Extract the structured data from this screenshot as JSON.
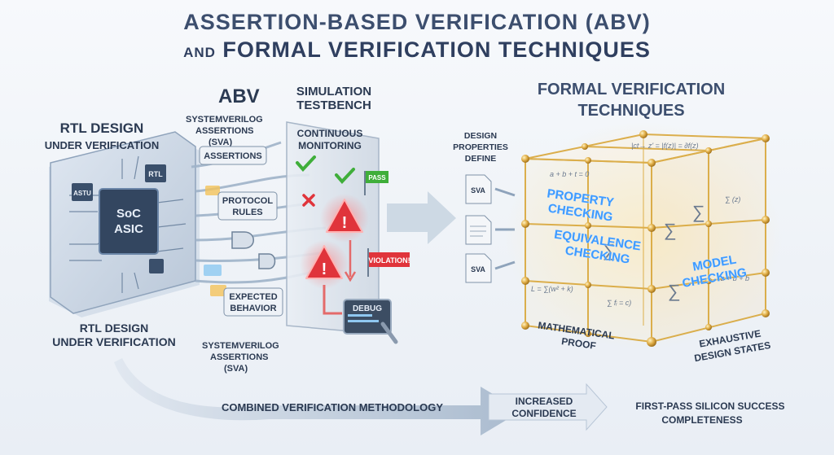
{
  "title": {
    "line1": "ASSERTION-BASED VERIFICATION (ABV)",
    "line2_prefix": "AND",
    "line2_main": "FORMAL VERIFICATION TECHNIQUES"
  },
  "rtl": {
    "heading_line1": "RTL DESIGN",
    "heading_line2": "UNDER VERIFICATION",
    "chip_main_line1": "SoC",
    "chip_main_line2": "ASIC",
    "chip_small_left": "ASTU",
    "chip_small_right": "RTL",
    "footer_line1": "RTL DESIGN",
    "footer_line2": "UNDER VERIFICATION"
  },
  "abv": {
    "heading": "ABV",
    "sva_line1": "SYSTEMVERILOG",
    "sva_line2": "ASSERTIONS",
    "sva_line3": "(SVA)",
    "tag_assertions": "ASSERTIONS",
    "tag_protocol_line1": "PROTOCOL",
    "tag_protocol_line2": "RULES",
    "tag_expected_line1": "EXPECTED",
    "tag_expected_line2": "BEHAVIOR",
    "footer_line1": "SYSTEMVERILOG",
    "footer_line2": "ASSERTIONS",
    "footer_line3": "(SVA)"
  },
  "simulation": {
    "heading_line1": "SIMULATION",
    "heading_line2": "TESTBENCH",
    "monitor_line1": "CONTINUOUS",
    "monitor_line2": "MONITORING",
    "pass_flag": "PASS",
    "violation_flag": "VIOLATION!",
    "debug_label": "DEBUG"
  },
  "properties": {
    "label_line1": "DESIGN",
    "label_line2": "PROPERTIES",
    "label_line3": "DEFINE",
    "doc1": "SVA",
    "doc3": "SVA"
  },
  "formal": {
    "heading_line1": "FORMAL VERIFICATION",
    "heading_line2": "TECHNIQUES",
    "property_line1": "PROPERTY",
    "property_line2": "CHECKING",
    "equivalence_line1": "EQUIVALENCE",
    "equivalence_line2": "CHECKING",
    "model_line1": "MODEL",
    "model_line2": "CHECKING",
    "math_line1": "MATHEMATICAL",
    "math_line2": "PROOF",
    "exhaustive_line1": "EXHAUSTIVE",
    "exhaustive_line2": "DESIGN STATES",
    "formula1": "|ct→  z' = |f(z)| = ∂f(z)",
    "formula2": "a + b + t = 0",
    "formula3": "∑ (z)",
    "formula4": "z + b + b",
    "formula5": "L = ∑(w² + k)",
    "formula6": "∑ fᵢ = c)"
  },
  "bottom": {
    "methodology": "COMBINED VERIFICATION METHODOLOGY",
    "confidence_line1": "INCREASED",
    "confidence_line2": "CONFIDENCE",
    "success_line1": "FIRST-PASS SILICON SUCCESS",
    "success_line2": "COMPLETENESS"
  },
  "colors": {
    "pass_green": "#3fae3a",
    "fail_red": "#e0343b",
    "glow_blue": "#4aa8ff",
    "gold": "#d9a73a"
  }
}
